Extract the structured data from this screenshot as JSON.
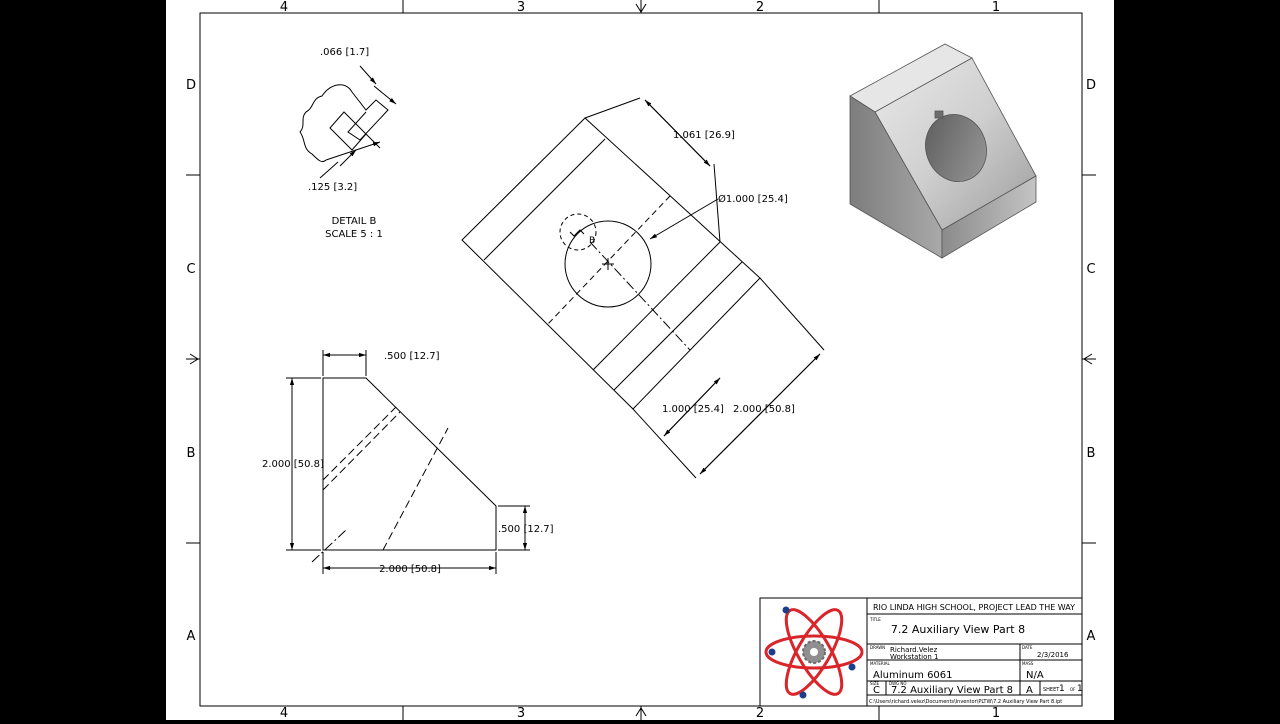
{
  "zones": {
    "columns": [
      "4",
      "3",
      "2",
      "1"
    ],
    "rows": [
      "D",
      "C",
      "B",
      "A"
    ]
  },
  "detail": {
    "dim_top": ".066 [1.7]",
    "dim_bottom": ".125 [3.2]",
    "label": "DETAIL  B",
    "scale": "SCALE 5 : 1",
    "callout": "B"
  },
  "aux_view": {
    "dim_top": "1.061 [26.9]",
    "dim_diameter": "Ø1.000 [25.4]",
    "dim_mid": "1.000 [25.4]",
    "dim_long": "2.000 [50.8]"
  },
  "front_view": {
    "dim_top": ".500 [12.7]",
    "dim_height": "2.000 [50.8]",
    "dim_right": ".500 [12.7]",
    "dim_width": "2.000 [50.8]"
  },
  "title_block": {
    "school": "RIO LINDA HIGH SCHOOL, PROJECT LEAD THE WAY",
    "title_caption": "TITLE",
    "title": "7.2 Auxiliary View Part 8",
    "drawn_caption": "DRAWN",
    "drawn_name": "Richard.Velez",
    "drawn_station": "Workstation 1",
    "date_caption": "DATE",
    "date": "2/3/2016",
    "material_caption": "MATERIAL",
    "material": "Aluminum 6061",
    "mass_caption": "MASS",
    "mass": "N/A",
    "size_caption": "SIZE",
    "size": "C",
    "dwg_caption": "DWG NO",
    "dwg_no": "7.2 Auxiliary View Part 8",
    "rev": "A",
    "sheet_label": "SHEET",
    "sheet_no": "1",
    "of_label": "OF",
    "sheet_total": "1",
    "path": "C:\\Users\\richard.velez\\Documents\\Inventor\\PLTW\\7.2 Auxiliary View Part 8.ipt"
  },
  "colors": {
    "logo_orbit": "#d8262b",
    "logo_electron": "#1c3f8c",
    "logo_gear": "#8f8f8f"
  }
}
